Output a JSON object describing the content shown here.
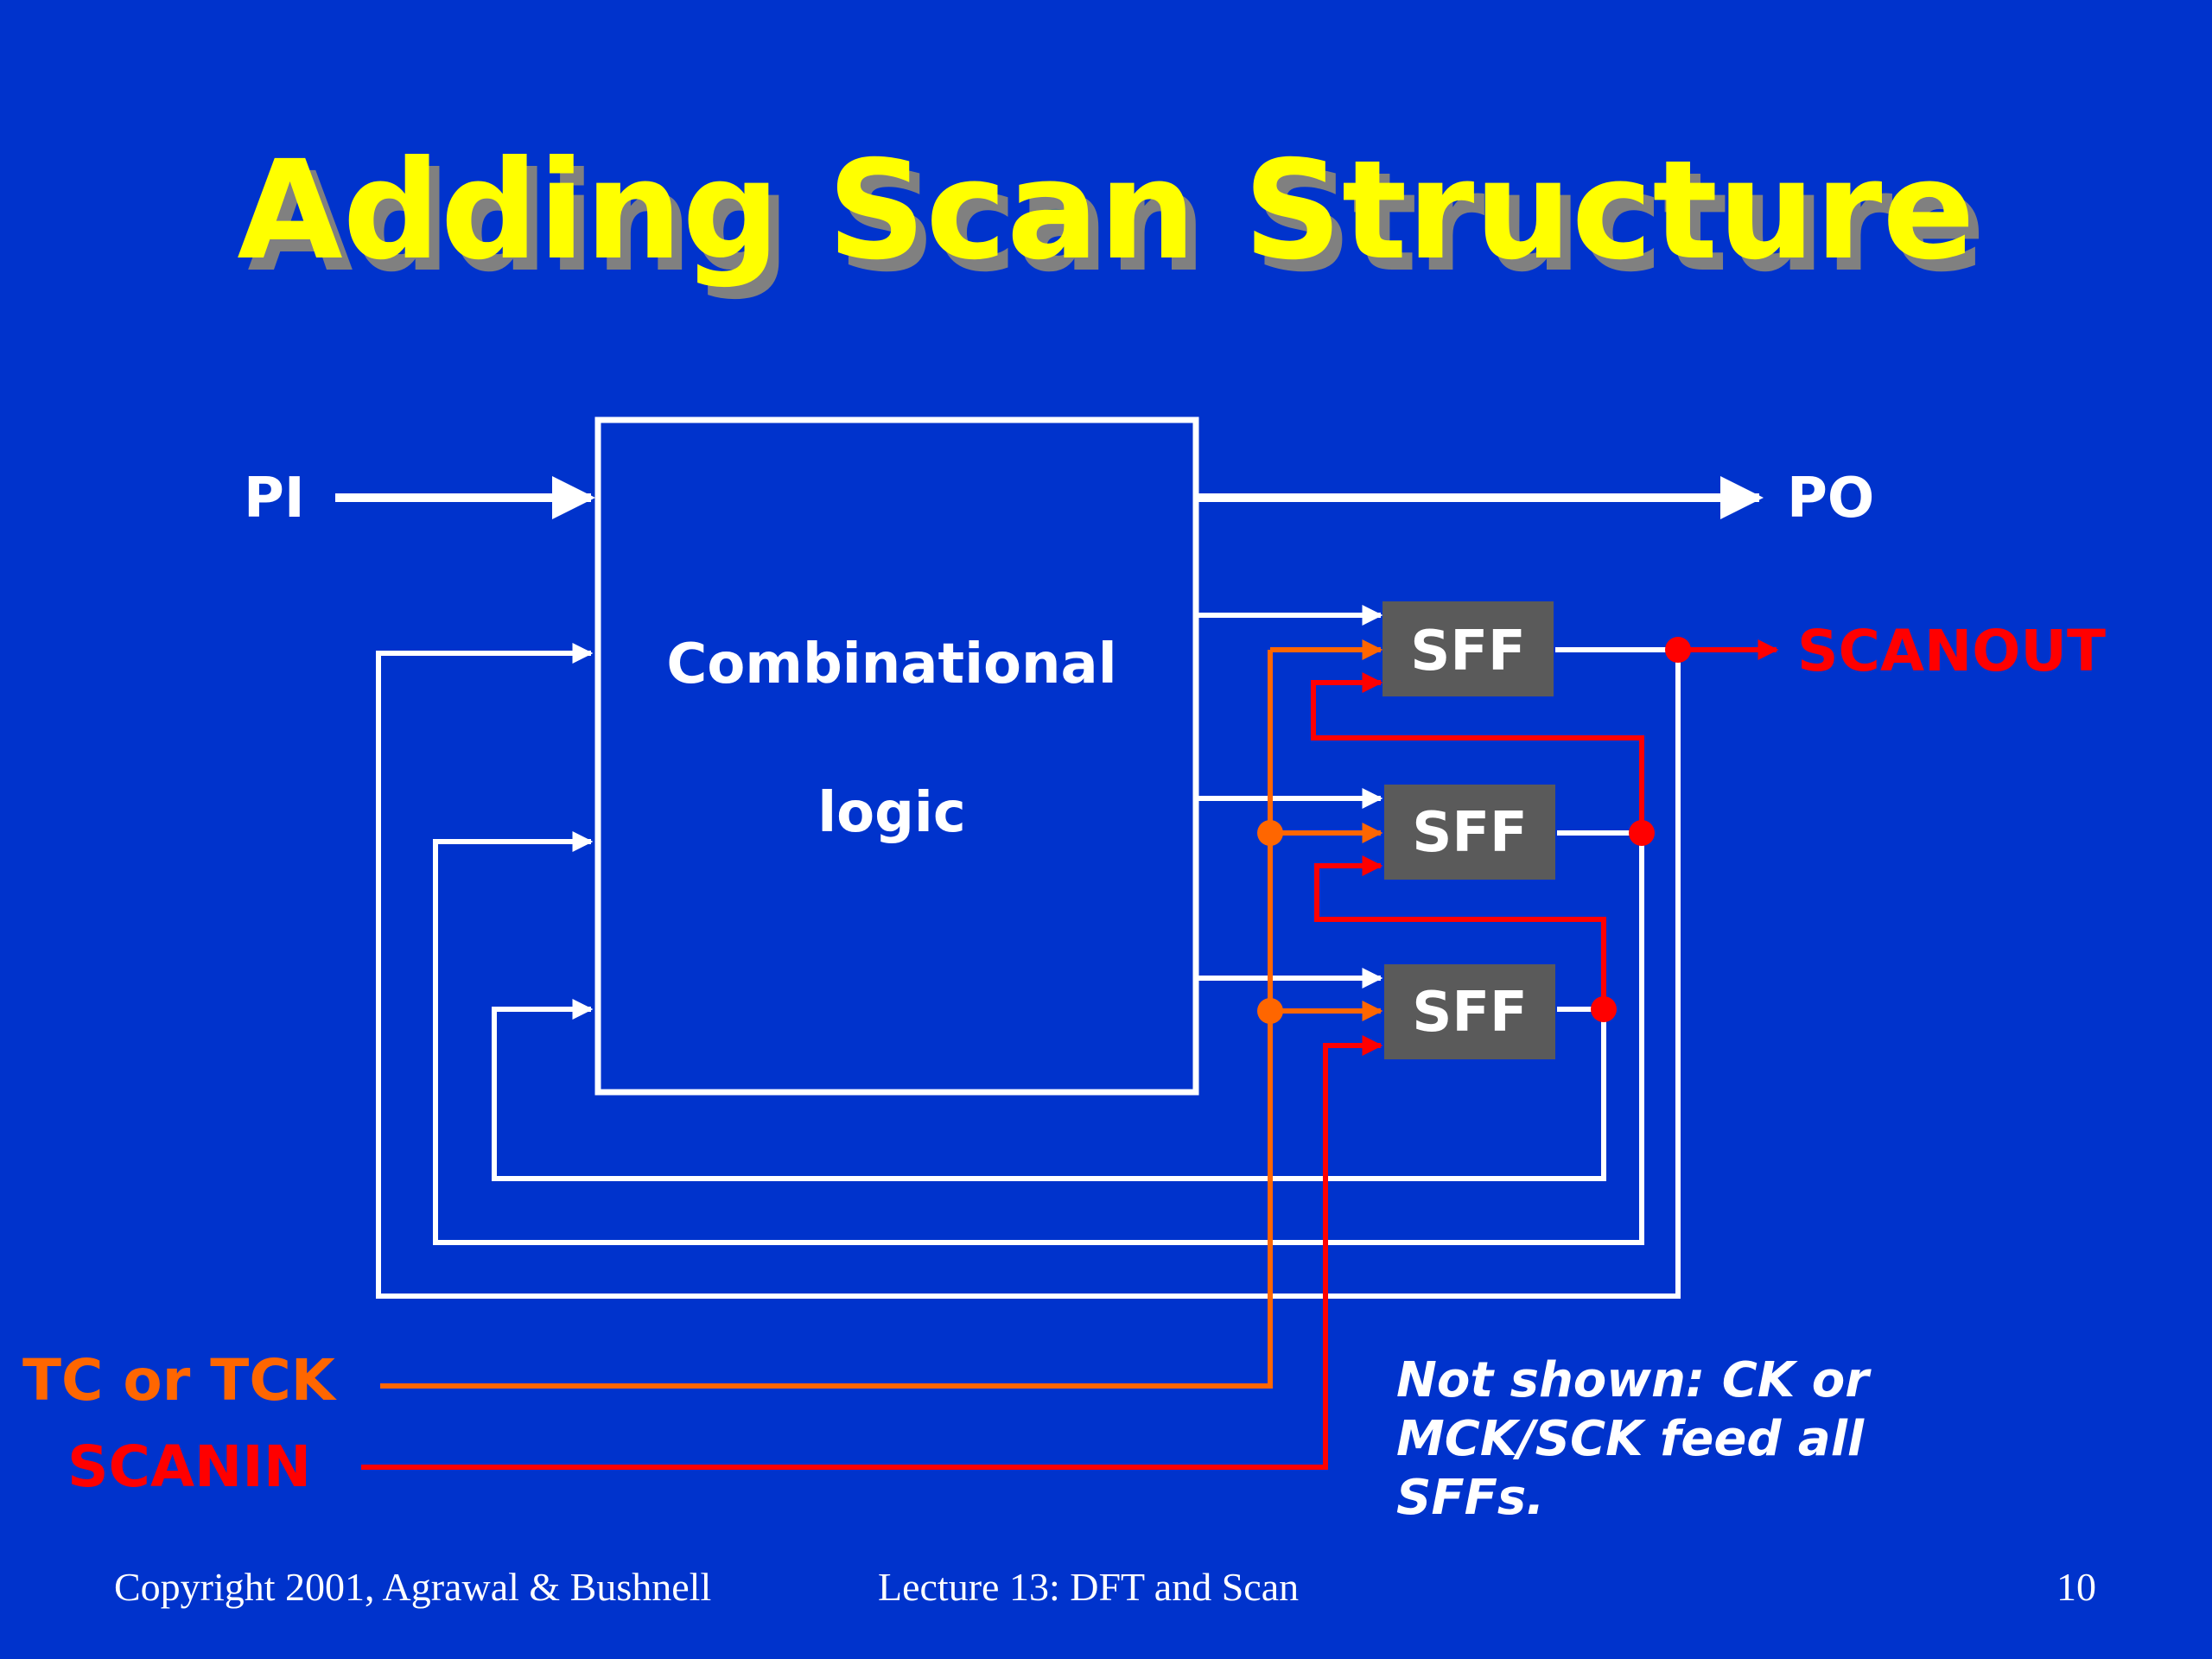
{
  "title": "Adding Scan Structure",
  "labels": {
    "pi": "PI",
    "po": "PO",
    "comb_line1": "Combinational",
    "comb_line2": "logic",
    "sff": [
      "SFF",
      "SFF",
      "SFF"
    ],
    "scanout": "SCANOUT",
    "tc": "TC or TCK",
    "scanin": "SCANIN"
  },
  "note": [
    "Not shown: CK or",
    "MCK/SCK feed all",
    "SFFs."
  ],
  "footer": {
    "copyright": "Copyright 2001, Agrawal & Bushnell",
    "lecture": "Lecture 13: DFT and Scan",
    "page": "10"
  },
  "colors": {
    "background": "#0033cc",
    "title": "#ffff00",
    "wire": "#ffffff",
    "test_control": "#ff6600",
    "scan_path": "#ff0000",
    "sff_box": "#5a5a5a"
  }
}
